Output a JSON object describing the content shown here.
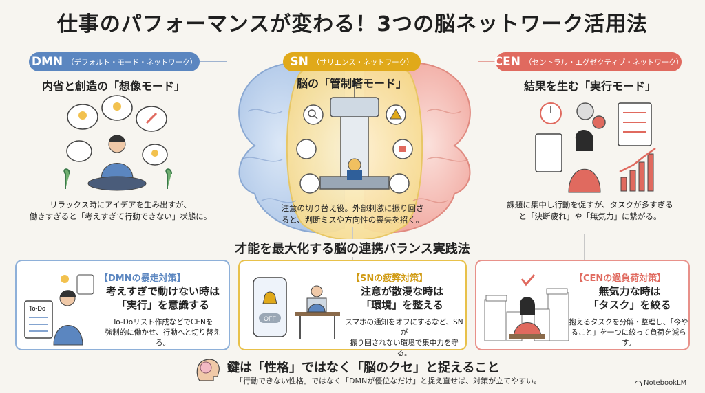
{
  "title": "仕事のパフォーマンスが変わる！3つの脳ネットワーク活用法",
  "dmn": {
    "abbr": "DMN",
    "full": "（デフォルト・モード・ネットワーク）",
    "subtitle": "内省と創造の「想像モード」",
    "desc_line1": "リラックス時にアイデアを生み出すが、",
    "desc_line2": "働きすぎると「考えすぎて行動できない」状態に。"
  },
  "sn": {
    "abbr": "SN",
    "full": "（サリエンス・ネットワーク）",
    "subtitle": "脳の「管制塔モード」",
    "desc_line1": "注意の切り替え役。外部刺激に振り回さ",
    "desc_line2": "ると、判断ミスや方向性の喪失を招く。"
  },
  "cen": {
    "abbr": "CEN",
    "full": "（セントラル・エグゼクティブ・ネットワーク）",
    "subtitle": "結果を生む「実行モード」",
    "desc_line1": "課題に集中し行動を促すが、タスクが多すぎる",
    "desc_line2": "と「決断疲れ」や「無気力」に繋がる。"
  },
  "section_heading": "才能を最大化する脳の連携バランス実践法",
  "cards": {
    "dmn": {
      "tag": "【DMNの暴走対策】",
      "main1": "考えすぎで動けない時は",
      "main2": "「実行」を意識する",
      "desc1": "To-Doリスト作成などでCENを",
      "desc2": "強制的に働かせ、行動へと切り替える。",
      "todo_label": "To-Do"
    },
    "sn": {
      "tag": "【SNの疲弊対策】",
      "main1": "注意が散漫な時は",
      "main2": "「環境」を整える",
      "desc1": "スマホの通知をオフにするなど、SNが",
      "desc2": "振り回されない環境で集中力を守る。",
      "off_label": "OFF"
    },
    "cen": {
      "tag": "【CENの過負荷対策】",
      "main1": "無気力な時は",
      "main2": "「タスク」を絞る",
      "desc1": "抱えるタスクを分解・整理し、「今や",
      "desc2": "ること」を一つに絞って負荷を減らす。"
    }
  },
  "footer": {
    "main": "鍵は「性格」ではなく「脳のクセ」と捉えること",
    "sub": "「行動できない性格」ではなく「DMNが優位なだけ」と捉え直せば、対策が立てやすい。"
  },
  "logo": "NotebookLM",
  "colors": {
    "dmn": "#5b86c0",
    "sn": "#e0a91a",
    "cen": "#e06a5f"
  }
}
